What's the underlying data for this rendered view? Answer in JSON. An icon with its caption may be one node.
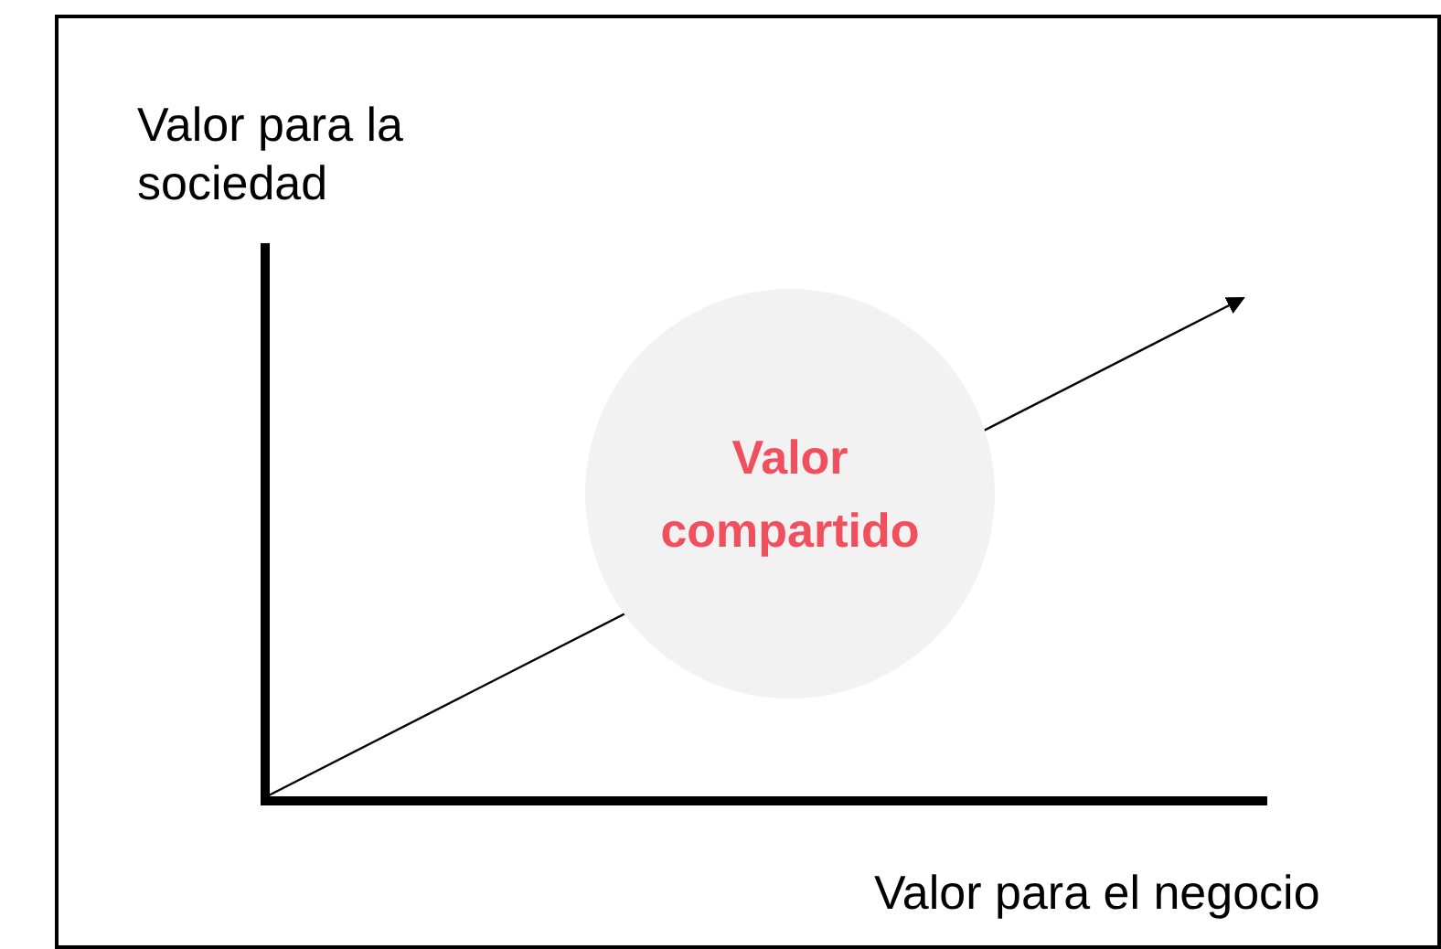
{
  "diagram": {
    "nodes": [
      {
        "text": [
          "Valor compartido"
        ]
      }
    ],
    "labels": [
      "Valor para la sociedad",
      "Valor para el negocio"
    ]
  }
}
